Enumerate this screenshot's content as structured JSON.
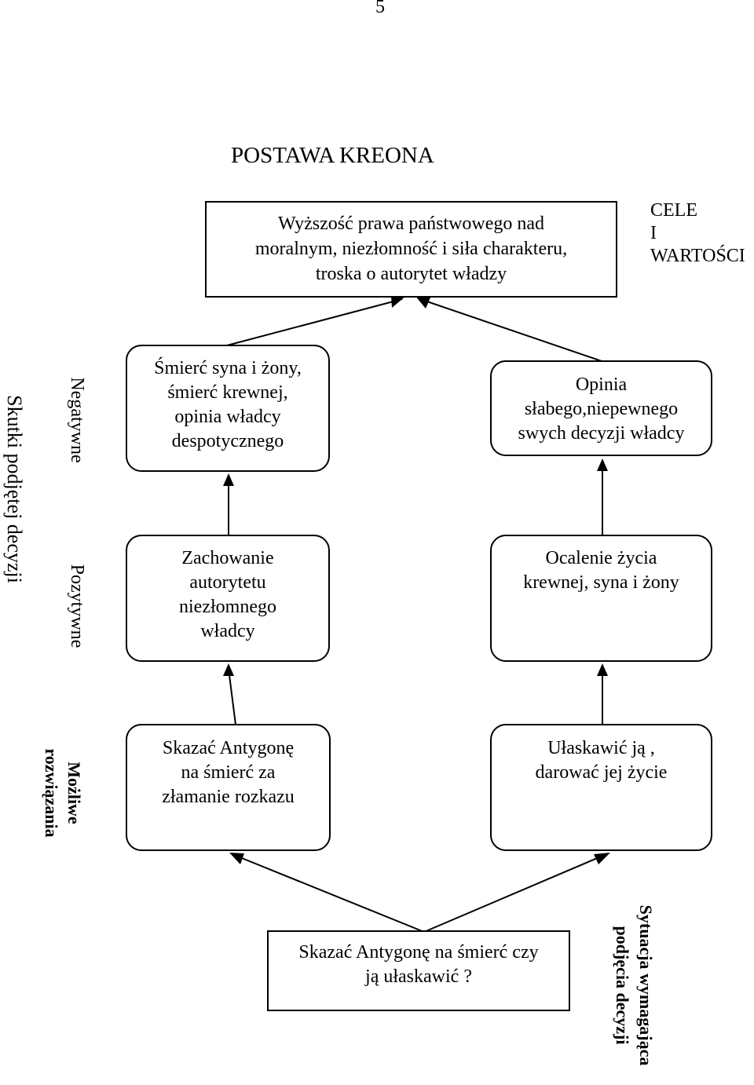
{
  "page_number": "5",
  "title": "POSTAWA KREONA",
  "goal_box": {
    "lines": [
      "Wyższość prawa państwowego nad",
      "moralnym, niezłomność i siła charakteru,",
      "troska o autorytet władzy"
    ]
  },
  "goal_label": {
    "lines": [
      "CELE",
      "I",
      "WARTOŚCI"
    ]
  },
  "side_labels": {
    "effects": "Skutki podjętej decyzji",
    "negative": "Negatywne",
    "positive": "Pozytywne",
    "possible_solutions": [
      "Możliwe",
      "rozwiązania"
    ],
    "decision_situation": [
      "Sytuacja wymagająca",
      "podjęcia decyzji"
    ]
  },
  "left_column": {
    "negative_box": {
      "lines": [
        "Śmierć syna i żony,",
        "śmierć krewnej,",
        "opinia władcy",
        "despotycznego"
      ]
    },
    "positive_box": {
      "lines": [
        "Zachowanie",
        "autorytetu",
        "niezłomnego",
        "władcy"
      ]
    },
    "solution_box": {
      "lines": [
        "Skazać Antygonę",
        "na śmierć za",
        "złamanie rozkazu"
      ]
    }
  },
  "right_column": {
    "negative_box": {
      "lines": [
        "Opinia",
        "słabego,niepewnego",
        "swych decyzji władcy"
      ]
    },
    "positive_box": {
      "lines": [
        "Ocalenie życia",
        "krewnej, syna i żony"
      ]
    },
    "solution_box": {
      "lines": [
        "Ułaskawić ją ,",
        "darować jej życie"
      ]
    }
  },
  "decision_box": {
    "lines": [
      "Skazać Antygonę na śmierć czy",
      "ją ułaskawić ?"
    ]
  }
}
